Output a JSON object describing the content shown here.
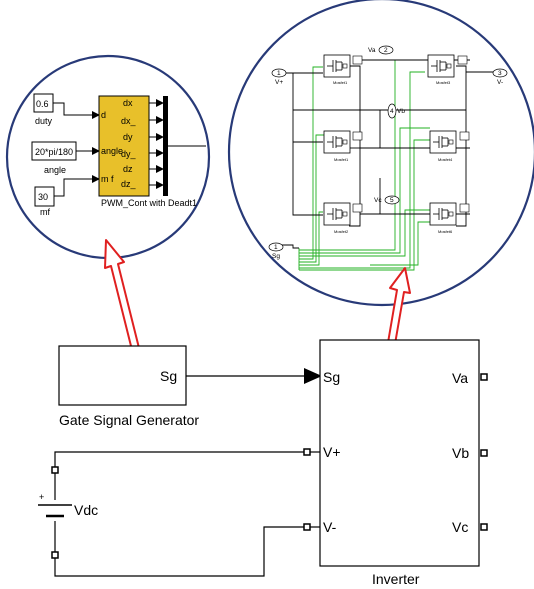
{
  "pwm_controller": {
    "duty_value": "0.6",
    "duty_label": "duty",
    "angle_value": "20*pi/180",
    "angle_label": "angle",
    "mf_value": "30",
    "mf_label": "mf",
    "block_inputs": [
      "d",
      "angle",
      "m f"
    ],
    "block_outputs": [
      "dx",
      "dx_",
      "dy",
      "dy_",
      "dz",
      "dz_"
    ],
    "block_name": "PWM_Cont with Deadt1"
  },
  "inverter_internals": {
    "mosfets": [
      "Mosfet1",
      "Mosfet3",
      "Mosfet1",
      "Mosfet4",
      "Mosfet2",
      "Mosfet6"
    ],
    "in_ports": [
      {
        "num": "1",
        "label": "V+"
      },
      {
        "num": "1",
        "label": "Sg"
      }
    ],
    "out_ports": [
      {
        "num": "2",
        "label": "Va"
      },
      {
        "num": "4",
        "label": "Vb"
      },
      {
        "num": "5",
        "label": "Vc"
      },
      {
        "num": "3",
        "label": "V-"
      }
    ]
  },
  "gate_signal_generator": {
    "port_label": "Sg",
    "title": "Gate Signal Generator"
  },
  "inverter": {
    "inputs": [
      "Sg",
      "V+",
      "V-"
    ],
    "outputs": [
      "Va",
      "Vb",
      "Vc"
    ],
    "title": "Inverter"
  },
  "dc_source": {
    "label": "Vdc",
    "plus_sign": "+"
  },
  "colors": {
    "circle_border": "#283a78",
    "callout_arrow": "#e02020",
    "wire": "#000000",
    "gate_wire": "#22b022",
    "pwm_block_fill": "#e8c02a"
  }
}
